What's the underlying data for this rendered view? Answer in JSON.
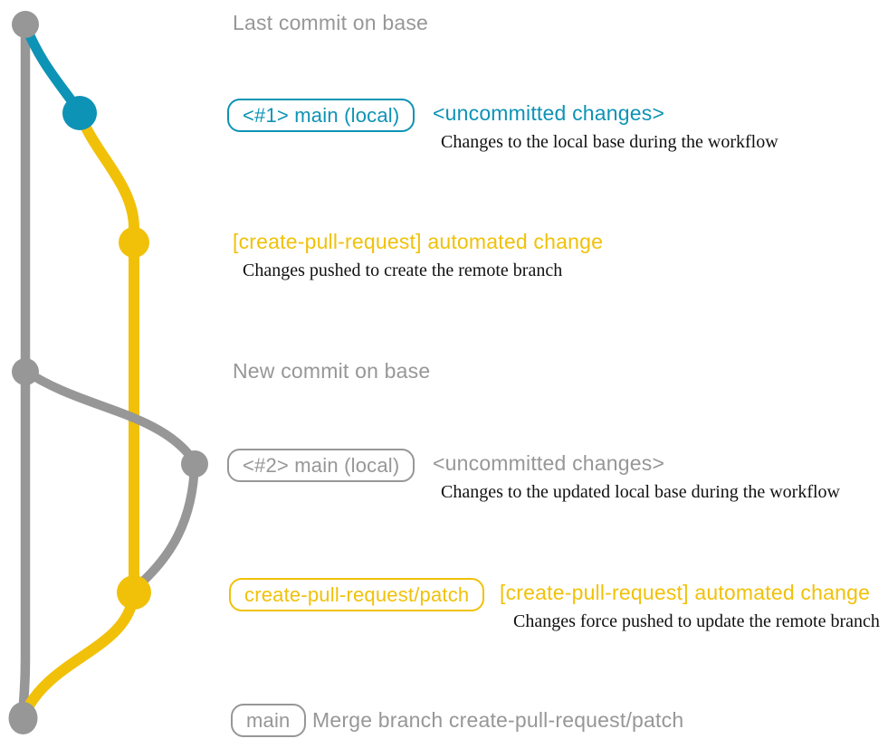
{
  "colors": {
    "base_gray": "#979797",
    "local_blue": "#0d93b5",
    "branch_yellow": "#f1c109",
    "note_black": "#111111"
  },
  "annotations": {
    "last_commit_label": "Last commit on base",
    "new_commit_label": "New commit on base"
  },
  "rows": {
    "local_main_1": {
      "ref": "<#1> main (local)",
      "status": "<uncommitted changes>",
      "note": "Changes to the local base during the workflow"
    },
    "patch_1": {
      "message": "[create-pull-request] automated change",
      "note": "Changes pushed to create the remote branch"
    },
    "local_main_2": {
      "ref": "<#2> main (local)",
      "status": "<uncommitted changes>",
      "note": "Changes to the updated local base during the workflow"
    },
    "patch_2": {
      "ref": "create-pull-request/patch",
      "message": "[create-pull-request] automated change",
      "note": "Changes force pushed to update the remote branch"
    },
    "merge": {
      "ref": "main",
      "message": "Merge branch create-pull-request/patch"
    }
  }
}
